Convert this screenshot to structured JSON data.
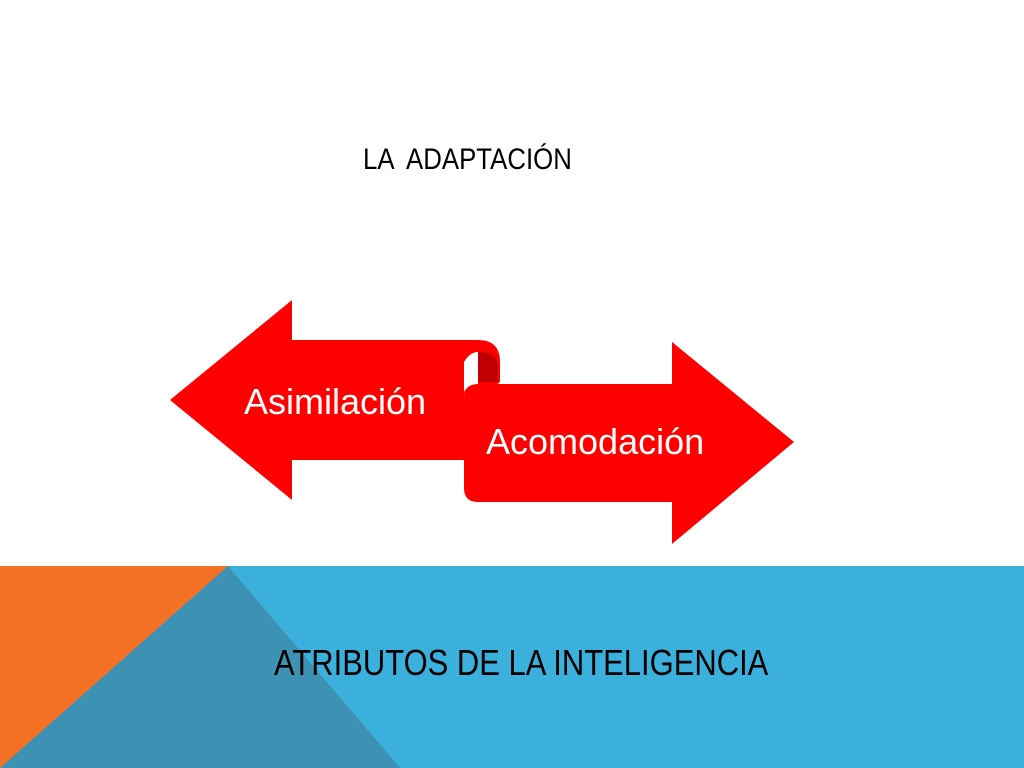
{
  "slide": {
    "title": "LA  ADAPTACIÓN",
    "footer_title": "ATRIBUTOS DE LA INTELIGENCIA"
  },
  "diagram": {
    "left_arrow": {
      "label": "Asimilación",
      "direction": "left"
    },
    "right_arrow": {
      "label": "Acomodación",
      "direction": "right"
    }
  },
  "colors": {
    "arrow_fill": "#ff0000",
    "arrow_fold": "#c00000",
    "band_blue": "#3bb0dd",
    "band_orange": "#f47024",
    "band_overlap": "#3d92b4",
    "text": "#000000"
  }
}
